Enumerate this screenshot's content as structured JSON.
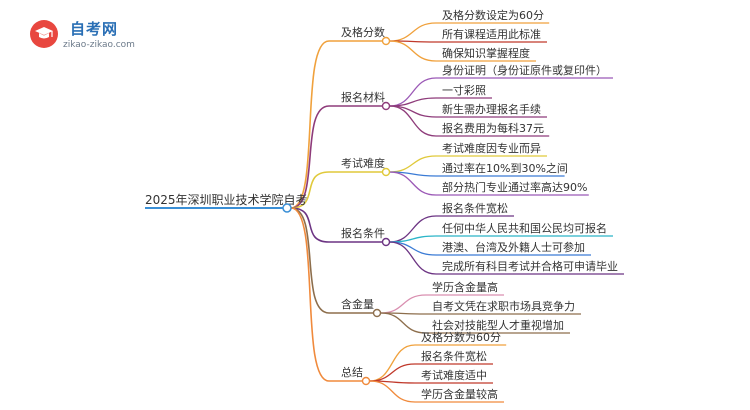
{
  "logo": {
    "title": "自考网",
    "url": "zikao-zikao.com"
  },
  "root": {
    "label": "2025年深圳职业技术学院自考"
  },
  "branches": [
    {
      "label": "及格分数",
      "color": "#f0a13c",
      "leaves": [
        "及格分数设定为60分",
        "所有课程适用此标准",
        "确保知识掌握程度"
      ],
      "leaf_colors": [
        "#f0a13c",
        "#c0392b",
        "#f0a13c"
      ]
    },
    {
      "label": "报名材料",
      "color": "#8e3b7a",
      "leaves": [
        "身份证明（身份证原件或复印件）",
        "一寸彩照",
        "新生需办理报名手续",
        "报名费用为每科37元"
      ],
      "leaf_colors": [
        "#9b59b6",
        "#8e3b7a",
        "#8e3b7a",
        "#8e3b7a"
      ]
    },
    {
      "label": "考试难度",
      "color": "#e0c93a",
      "leaves": [
        "考试难度因专业而异",
        "通过率在10%到30%之间",
        "部分热门专业通过率高达90%"
      ],
      "leaf_colors": [
        "#e0c93a",
        "#3a7bd5",
        "#9b59b6"
      ]
    },
    {
      "label": "报名条件",
      "color": "#6c3483",
      "leaves": [
        "报名条件宽松",
        "任何中华人民共和国公民均可报名",
        "港澳、台湾及外籍人士可参加",
        "完成所有科目考试并合格可申请毕业"
      ],
      "leaf_colors": [
        "#6c3483",
        "#2bb5c8",
        "#3a7bd5",
        "#6c3483"
      ]
    },
    {
      "label": "含金量",
      "color": "#8d6e4c",
      "leaves": [
        "学历含金量高",
        "自考文凭在求职市场具竞争力",
        "社会对技能型人才重视增加"
      ],
      "leaf_colors": [
        "#d98fb0",
        "#8d6e4c",
        "#8d6e4c"
      ]
    },
    {
      "label": "总结",
      "color": "#f08a3c",
      "leaves": [
        "及格分数为60分",
        "报名条件宽松",
        "考试难度适中",
        "学历含金量较高"
      ],
      "leaf_colors": [
        "#f0a13c",
        "#c0392b",
        "#c0392b",
        "#f08a3c"
      ]
    }
  ]
}
